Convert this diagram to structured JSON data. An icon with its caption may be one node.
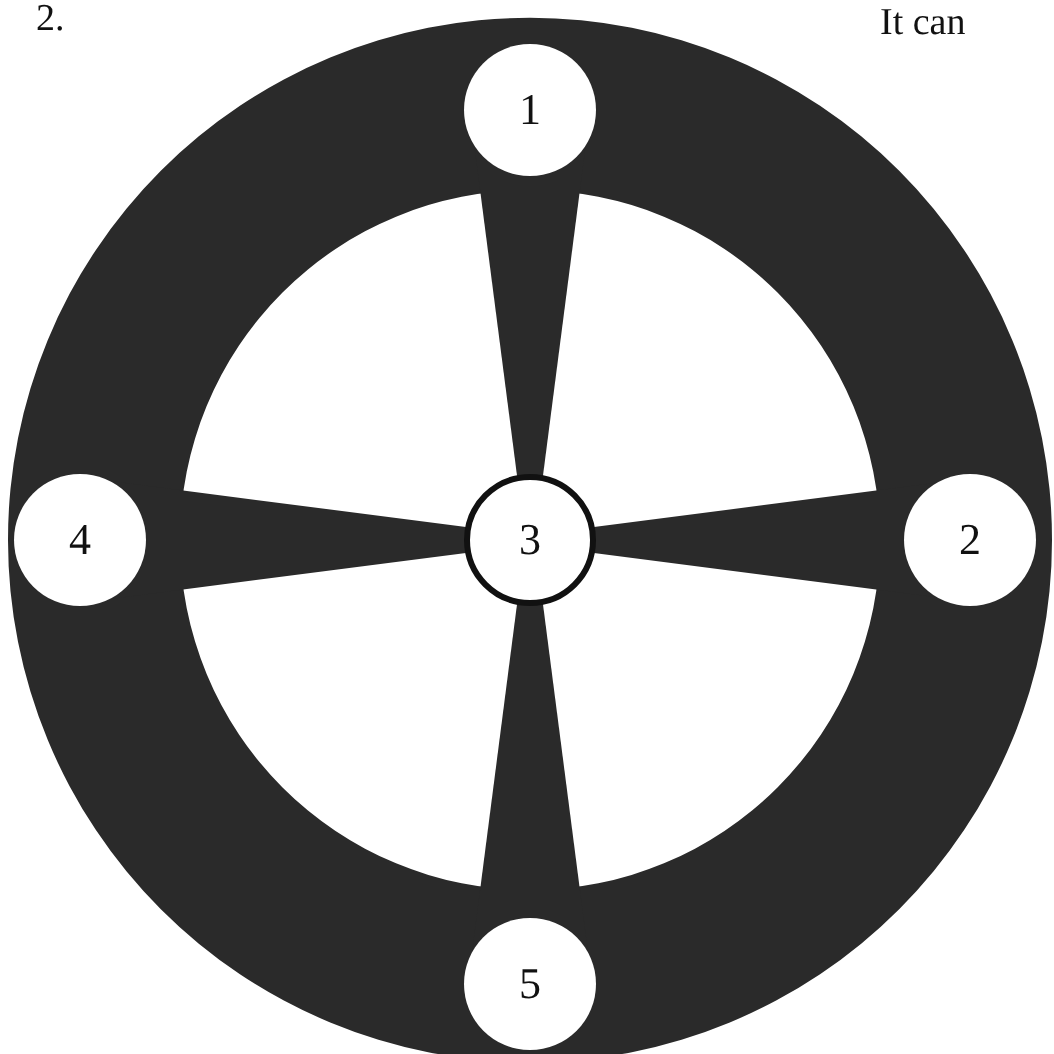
{
  "diagram": {
    "nodes": [
      {
        "text": [
          "1"
        ]
      },
      {
        "text": [
          "4"
        ]
      },
      {
        "text": [
          "3"
        ]
      },
      {
        "text": [
          "2"
        ]
      },
      {
        "text": [
          "5"
        ]
      }
    ],
    "labels": [
      "2.",
      "It can"
    ]
  }
}
